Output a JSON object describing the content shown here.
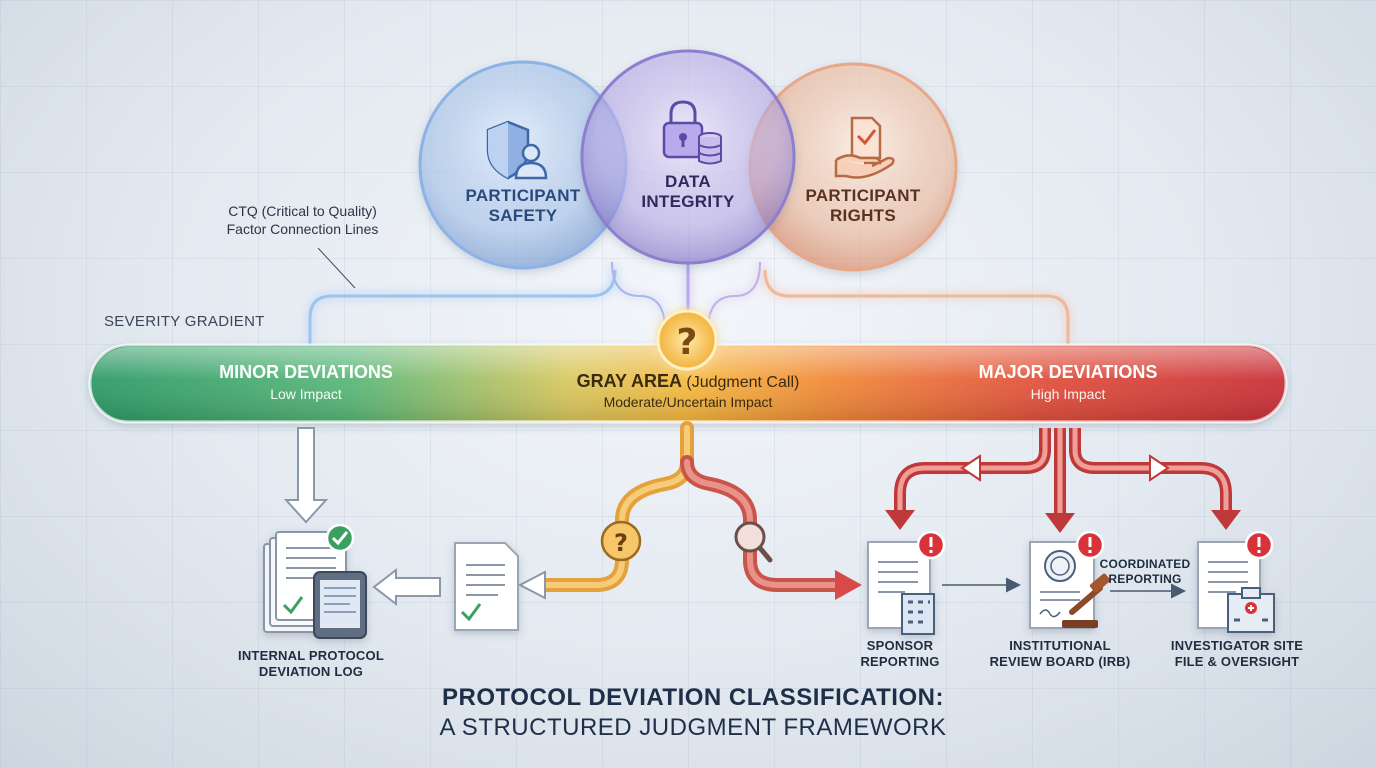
{
  "circles": {
    "safety": {
      "line1": "PARTICIPANT",
      "line2": "SAFETY",
      "icon": "shield-user-icon",
      "color": "#4a78b8"
    },
    "integrity": {
      "line1": "DATA",
      "line2": "INTEGRITY",
      "icon": "lock-database-icon",
      "color": "#6a55b0"
    },
    "rights": {
      "line1": "PARTICIPANT",
      "line2": "RIGHTS",
      "icon": "hand-document-icon",
      "color": "#c0704a"
    }
  },
  "annotations": {
    "ctq_line1": "CTQ (Critical to Quality)",
    "ctq_line2": "Factor Connection Lines",
    "severity_gradient": "SEVERITY GRADIENT"
  },
  "band": {
    "minor": {
      "title": "MINOR DEVIATIONS",
      "sub": "Low Impact",
      "color": "#3aa070"
    },
    "gray": {
      "title": "GRAY AREA",
      "title_suffix": "(Judgment Call)",
      "sub": "Moderate/Uncertain Impact",
      "color": "#f0b030"
    },
    "major": {
      "title": "MAJOR DEVIATIONS",
      "sub": "High Impact",
      "color": "#d84040"
    }
  },
  "nodes": {
    "internal_log": {
      "line1": "INTERNAL PROTOCOL",
      "line2": "DEVIATION LOG"
    },
    "sponsor": {
      "line1": "SPONSOR",
      "line2": "REPORTING"
    },
    "irb": {
      "line1": "INSTITUTIONAL",
      "line2": "REVIEW BOARD (IRB)"
    },
    "investigator": {
      "line1": "INVESTIGATOR SITE",
      "line2": "FILE & OVERSIGHT"
    },
    "coordinated": {
      "line1": "COORDINATED",
      "line2": "REPORTING"
    }
  },
  "title": {
    "line1": "PROTOCOL DEVIATION CLASSIFICATION:",
    "line2": "A STRUCTURED JUDGMENT FRAMEWORK"
  }
}
